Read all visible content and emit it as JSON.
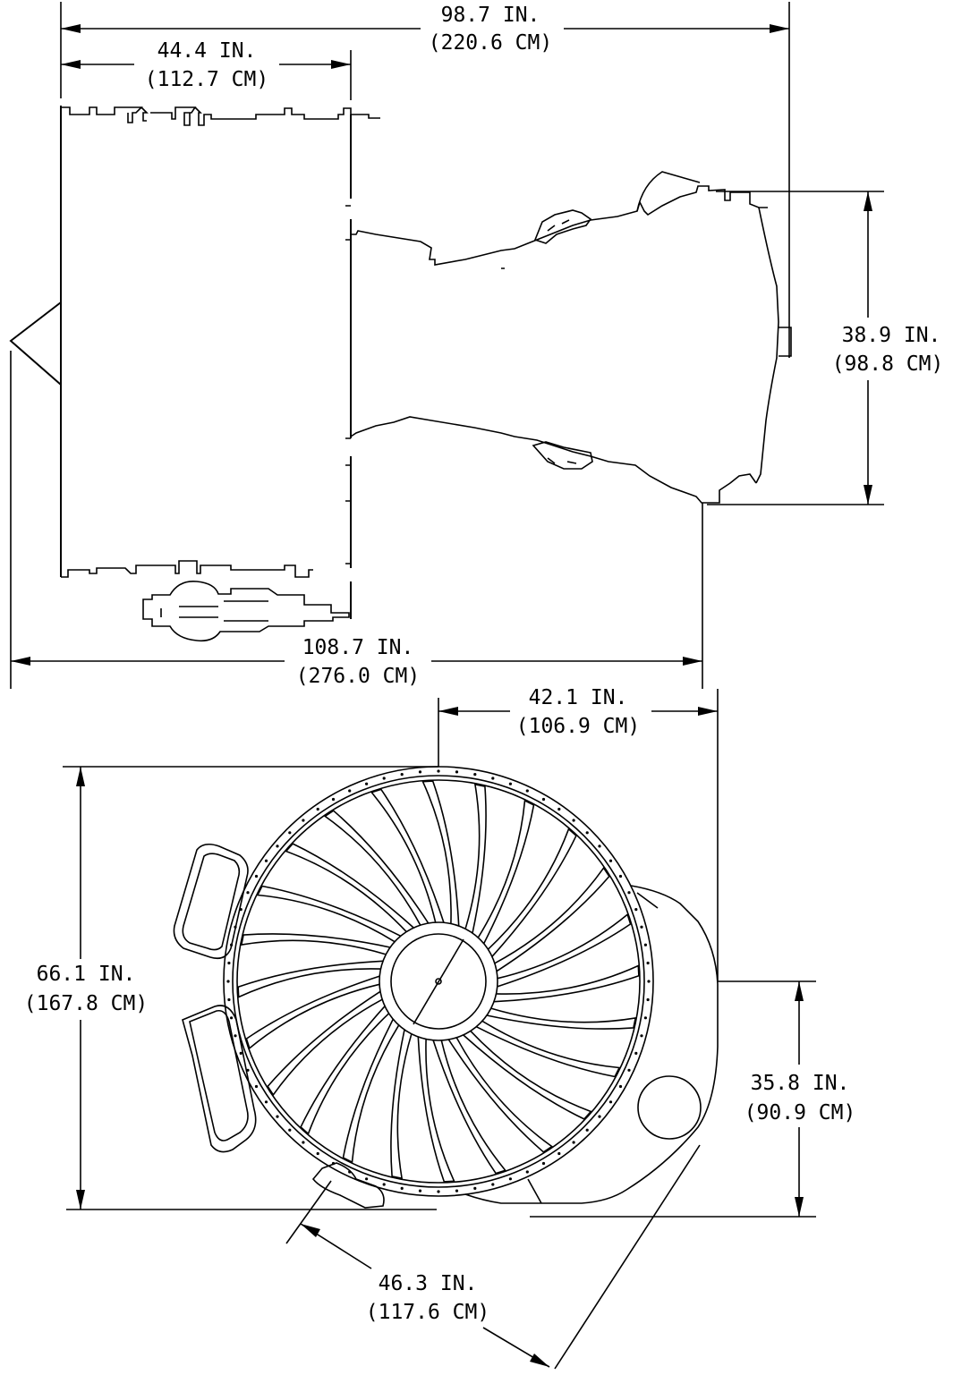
{
  "dimensions": {
    "overall_length": {
      "inches": "98.7 IN.",
      "cm": "(220.6 CM)"
    },
    "fan_case_length": {
      "inches": "44.4 IN.",
      "cm": "(112.7 CM)"
    },
    "exhaust_height": {
      "inches": "38.9 IN.",
      "cm": "(98.8 CM)"
    },
    "total_length": {
      "inches": "108.7 IN.",
      "cm": "(276.0 CM)"
    },
    "side_width": {
      "inches": "42.1 IN.",
      "cm": "(106.9 CM)"
    },
    "front_height": {
      "inches": "66.1 IN.",
      "cm": "(167.8 CM)"
    },
    "lower_height": {
      "inches": "35.8 IN.",
      "cm": "(90.9 CM)"
    },
    "diagonal_width": {
      "inches": "46.3 IN.",
      "cm": "(117.6 CM)"
    }
  },
  "views": {
    "side": {
      "icon": "engine-side-profile"
    },
    "front": {
      "icon": "engine-front-fan",
      "fan_blade_count": 24
    }
  },
  "colors": {
    "line": "#000000",
    "background": "#ffffff"
  }
}
